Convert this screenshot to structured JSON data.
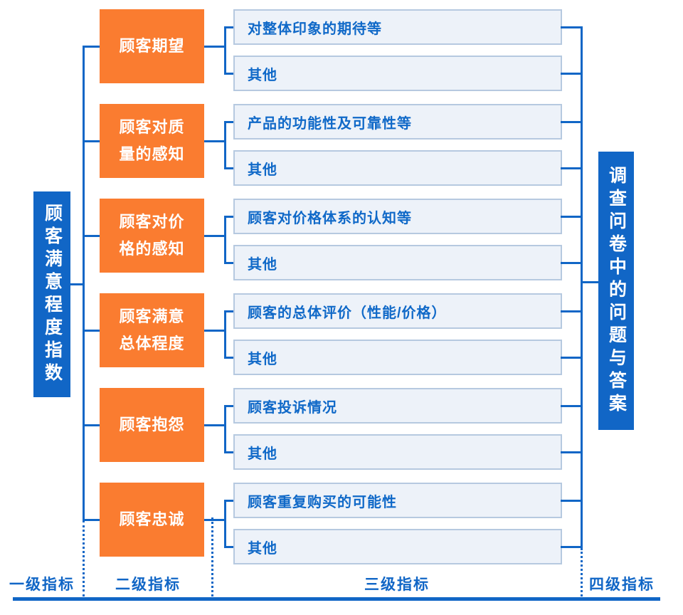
{
  "palette": {
    "primary_blue": "#1166C6",
    "orange": "#FA7C30",
    "light_box_fill": "#EDF2F9",
    "light_box_border": "#B6C9E0",
    "light_box_text": "#1069C8"
  },
  "level1": {
    "label": "顾客满意程度指数"
  },
  "level4": {
    "label": "调查问卷中的问题与答案"
  },
  "rows": [
    {
      "level2": "顾客期望",
      "level2_lines": [
        "顾客期望"
      ],
      "level3a": "对整体印象的期待等",
      "level3b": "其他"
    },
    {
      "level2": "顾客对质量的感知",
      "level2_lines": [
        "顾客对质",
        "量的感知"
      ],
      "level3a": "产品的功能性及可靠性等",
      "level3b": "其他"
    },
    {
      "level2": "顾客对价格的感知",
      "level2_lines": [
        "顾客对价",
        "格的感知"
      ],
      "level3a": "顾客对价格体系的认知等",
      "level3b": "其他"
    },
    {
      "level2": "顾客满意总体程度",
      "level2_lines": [
        "顾客满意",
        "总体程度"
      ],
      "level3a": "顾客的总体评价（性能/价格）",
      "level3b": "其他"
    },
    {
      "level2": "顾客抱怨",
      "level2_lines": [
        "顾客抱怨"
      ],
      "level3a": "顾客投诉情况",
      "level3b": "其他"
    },
    {
      "level2": "顾客忠诚",
      "level2_lines": [
        "顾客忠诚"
      ],
      "level3a": "顾客重复购买的可能性",
      "level3b": "其他"
    }
  ],
  "footer": {
    "labels": [
      "一级指标",
      "二级指标",
      "三级指标",
      "四级指标"
    ]
  }
}
